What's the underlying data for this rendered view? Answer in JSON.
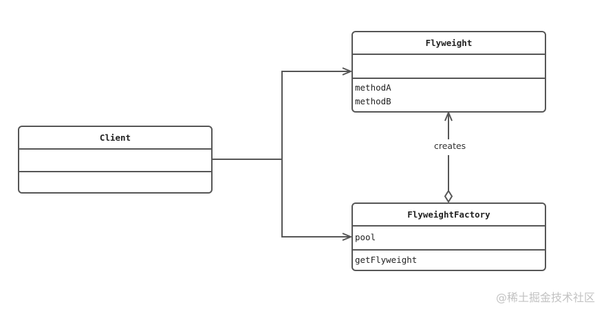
{
  "diagram": {
    "classes": {
      "client": {
        "name": "Client",
        "attributes": [],
        "methods": []
      },
      "flyweight": {
        "name": "Flyweight",
        "attributes": [],
        "methods": [
          "methodA",
          "methodB"
        ]
      },
      "flyweight_factory": {
        "name": "FlyweightFactory",
        "attributes": [
          "pool"
        ],
        "methods": [
          "getFlyweight"
        ]
      }
    },
    "relations": [
      {
        "from": "Client",
        "to": "Flyweight",
        "kind": "association"
      },
      {
        "from": "Client",
        "to": "FlyweightFactory",
        "kind": "association"
      },
      {
        "from": "FlyweightFactory",
        "to": "Flyweight",
        "kind": "aggregation",
        "label": "creates"
      }
    ],
    "colors": {
      "stroke": "#555555",
      "text": "#222222",
      "watermark": "#c2c2c2"
    }
  },
  "watermark": "@稀土掘金技术社区"
}
